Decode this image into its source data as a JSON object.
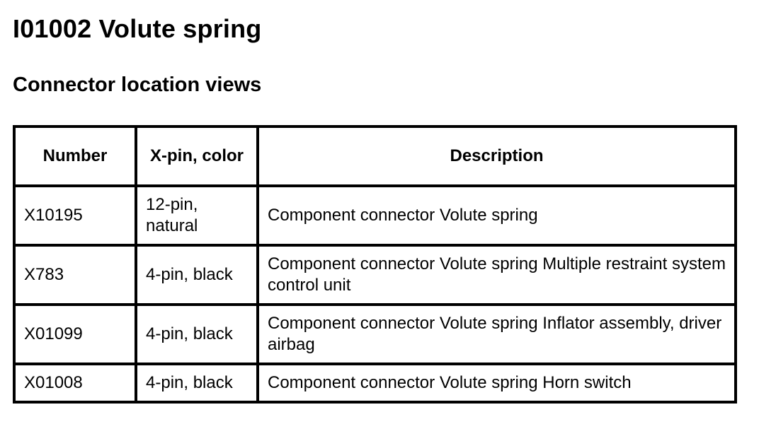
{
  "document": {
    "title": "I01002 Volute spring",
    "section_title": "Connector location views"
  },
  "table": {
    "headers": {
      "number": "Number",
      "pin_color": "X-pin, color",
      "description": "Description"
    },
    "rows": [
      {
        "number": "X10195",
        "pin_color": "12-pin, natural",
        "description": "Component connector Volute spring"
      },
      {
        "number": "X783",
        "pin_color": "4-pin, black",
        "description": "Component connector Volute spring Multiple restraint system control unit"
      },
      {
        "number": "X01099",
        "pin_color": "4-pin, black",
        "description": "Component connector Volute spring Inflator assembly, driver airbag"
      },
      {
        "number": "X01008",
        "pin_color": "4-pin, black",
        "description": "Component connector Volute spring Horn switch"
      }
    ]
  }
}
